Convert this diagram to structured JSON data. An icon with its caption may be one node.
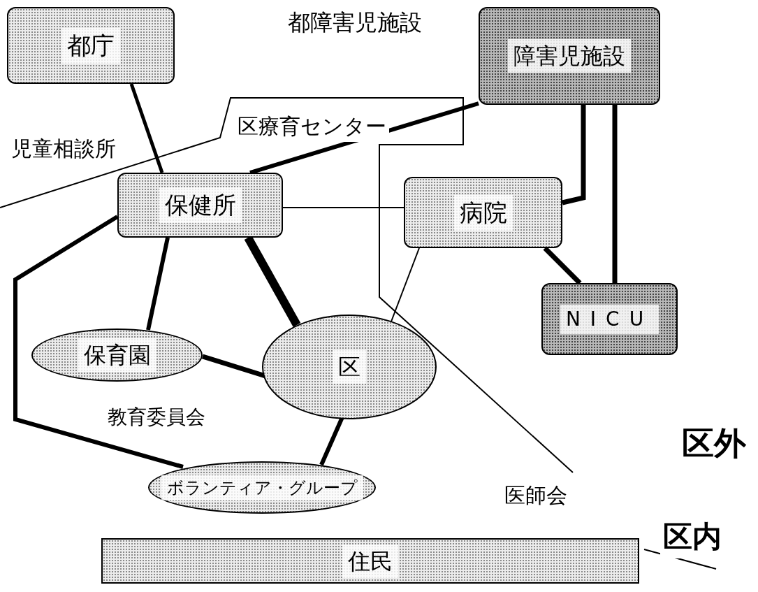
{
  "diagram": {
    "nodes": [
      {
        "text": [
          "都庁"
        ]
      },
      {
        "text": [
          "障害児施設"
        ]
      },
      {
        "text": [
          "保健所"
        ]
      },
      {
        "text": [
          "病院"
        ]
      },
      {
        "text": [
          "NICU"
        ]
      },
      {
        "text": [
          "保育園"
        ]
      },
      {
        "text": [
          "区"
        ]
      },
      {
        "text": [
          "ボランティア・グループ"
        ]
      },
      {
        "text": [
          "住民"
        ]
      }
    ],
    "edges": [
      {
        "from": 0,
        "to": 2,
        "arrow": "none"
      },
      {
        "from": 1,
        "to": 2,
        "arrow": "none"
      },
      {
        "from": 1,
        "to": 3,
        "arrow": "none"
      },
      {
        "from": 1,
        "to": 4,
        "arrow": "none"
      },
      {
        "from": 2,
        "to": 3,
        "arrow": "none"
      },
      {
        "from": 3,
        "to": 4,
        "arrow": "none"
      },
      {
        "from": 2,
        "to": 5,
        "arrow": "none"
      },
      {
        "from": 2,
        "to": 6,
        "arrow": "none",
        "style": "thick"
      },
      {
        "from": 5,
        "to": 6,
        "arrow": "none"
      },
      {
        "from": 3,
        "to": 6,
        "arrow": "none"
      },
      {
        "from": 2,
        "to": 7,
        "arrow": "none"
      },
      {
        "from": 6,
        "to": 7,
        "arrow": "none"
      }
    ],
    "labels": [
      "都障害児施設",
      "区療育センター",
      "児童相談所",
      "教育委員会",
      "医師会",
      "区外",
      "区内"
    ]
  }
}
